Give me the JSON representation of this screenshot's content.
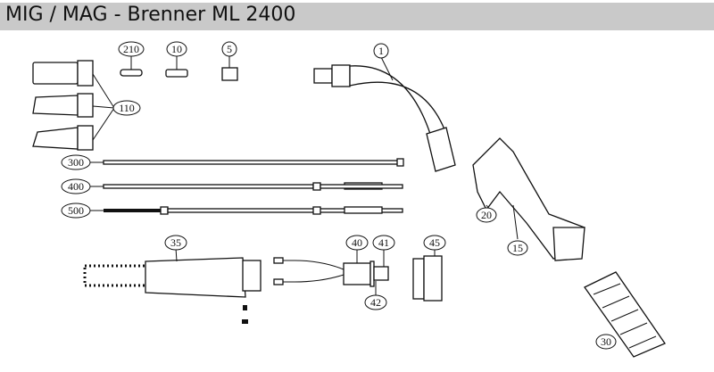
{
  "title": "MIG / MAG - Brenner ML 2400",
  "callouts": {
    "c210": "210",
    "c10": "10",
    "c5": "5",
    "c1": "1",
    "c110": "110",
    "c300": "300",
    "c400": "400",
    "c500": "500",
    "c20": "20",
    "c15": "15",
    "c35": "35",
    "c40": "40",
    "c41": "41",
    "c42": "42",
    "c45": "45",
    "c30": "30"
  }
}
